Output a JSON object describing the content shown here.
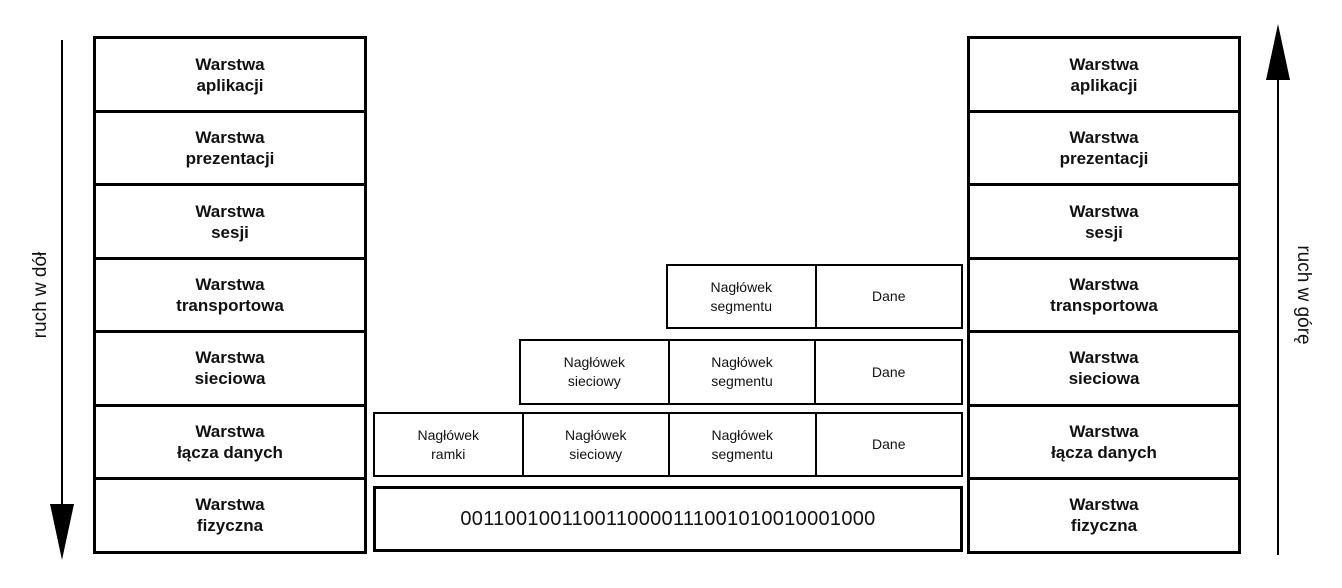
{
  "layers": [
    {
      "line1": "Warstwa",
      "line2": "aplikacji"
    },
    {
      "line1": "Warstwa",
      "line2": "prezentacji"
    },
    {
      "line1": "Warstwa",
      "line2": "sesji"
    },
    {
      "line1": "Warstwa",
      "line2": "transportowa"
    },
    {
      "line1": "Warstwa",
      "line2": "sieciowa"
    },
    {
      "line1": "Warstwa",
      "line2": "łącza danych"
    },
    {
      "line1": "Warstwa",
      "line2": "fizyczna"
    }
  ],
  "left_arrow_label": "ruch w dół",
  "right_arrow_label": "ruch w górę",
  "encapsulation": {
    "transport": {
      "segment_header": {
        "line1": "Nagłówek",
        "line2": "segmentu"
      },
      "data": "Dane"
    },
    "network": {
      "network_header": {
        "line1": "Nagłówek",
        "line2": "sieciowy"
      },
      "segment_header": {
        "line1": "Nagłówek",
        "line2": "segmentu"
      },
      "data": "Dane"
    },
    "datalink": {
      "frame_header": {
        "line1": "Nagłówek",
        "line2": "ramki"
      },
      "network_header": {
        "line1": "Nagłówek",
        "line2": "sieciowy"
      },
      "segment_header": {
        "line1": "Nagłówek",
        "line2": "segmentu"
      },
      "data": "Dane"
    },
    "physical_bits": "0011001001100110000111001010010001000"
  }
}
